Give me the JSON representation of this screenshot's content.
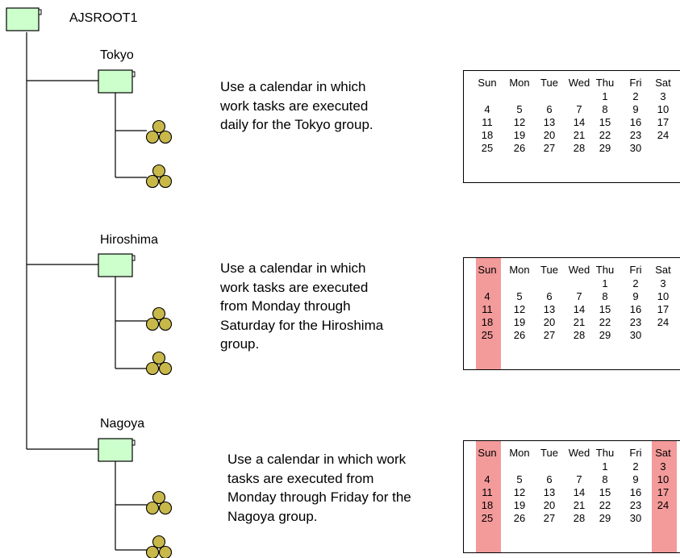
{
  "root": {
    "label": "AJSROOT1"
  },
  "groups": [
    {
      "name": "Tokyo",
      "description": "Use a calendar in which\nwork tasks are executed\ndaily for the Tokyo group.",
      "calendar": {
        "days": [
          "Sun",
          "Mon",
          "Tue",
          "Wed",
          "Thu",
          "Fri",
          "Sat"
        ],
        "closed_days": [],
        "weeks": [
          [
            "",
            "",
            "",
            "",
            "1",
            "2",
            "3"
          ],
          [
            "4",
            "5",
            "6",
            "7",
            "8",
            "9",
            "10"
          ],
          [
            "11",
            "12",
            "13",
            "14",
            "15",
            "16",
            "17"
          ],
          [
            "18",
            "19",
            "20",
            "21",
            "22",
            "23",
            "24"
          ],
          [
            "25",
            "26",
            "27",
            "28",
            "29",
            "30",
            ""
          ]
        ]
      }
    },
    {
      "name": "Hiroshima",
      "description": "Use a calendar in which\nwork tasks are executed\nfrom Monday through\nSaturday for the Hiroshima\ngroup.",
      "calendar": {
        "days": [
          "Sun",
          "Mon",
          "Tue",
          "Wed",
          "Thu",
          "Fri",
          "Sat"
        ],
        "closed_days": [
          "Sun"
        ],
        "weeks": [
          [
            "",
            "",
            "",
            "",
            "1",
            "2",
            "3"
          ],
          [
            "4",
            "5",
            "6",
            "7",
            "8",
            "9",
            "10"
          ],
          [
            "11",
            "12",
            "13",
            "14",
            "15",
            "16",
            "17"
          ],
          [
            "18",
            "19",
            "20",
            "21",
            "22",
            "23",
            "24"
          ],
          [
            "25",
            "26",
            "27",
            "28",
            "29",
            "30",
            ""
          ]
        ]
      }
    },
    {
      "name": "Nagoya",
      "description": "Use a calendar in which work\ntasks are executed from\nMonday through Friday for the\nNagoya group.",
      "calendar": {
        "days": [
          "Sun",
          "Mon",
          "Tue",
          "Wed",
          "Thu",
          "Fri",
          "Sat"
        ],
        "closed_days": [
          "Sun",
          "Sat"
        ],
        "weeks": [
          [
            "",
            "",
            "",
            "",
            "1",
            "2",
            "3"
          ],
          [
            "4",
            "5",
            "6",
            "7",
            "8",
            "9",
            "10"
          ],
          [
            "11",
            "12",
            "13",
            "14",
            "15",
            "16",
            "17"
          ],
          [
            "18",
            "19",
            "20",
            "21",
            "22",
            "23",
            "24"
          ],
          [
            "25",
            "26",
            "27",
            "28",
            "29",
            "30",
            ""
          ]
        ]
      }
    }
  ],
  "colors": {
    "group_fill": "#ccffcc",
    "job_fill": "#c8b84a",
    "closed_highlight": "#f39a9a"
  },
  "icons": {
    "group": "jobnet-group-icon",
    "job": "job-circles-icon"
  }
}
